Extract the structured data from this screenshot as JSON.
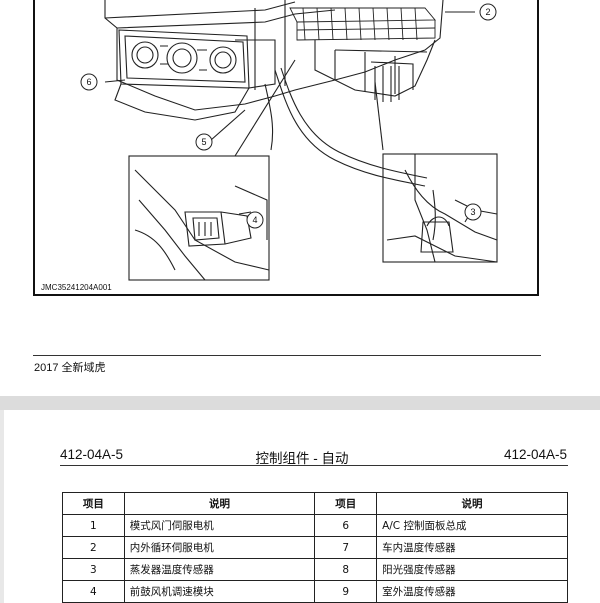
{
  "figure": {
    "figure_id": "JMC35241204A001",
    "callouts": [
      "2",
      "6",
      "5",
      "4",
      "3"
    ]
  },
  "page1_footer": {
    "text": "2017 全新域虎"
  },
  "page2_header": {
    "section_left": "412-04A-5",
    "title": "控制组件 - 自动",
    "section_right": "412-04A-5"
  },
  "parts_table": {
    "headers": [
      "项目",
      "说明",
      "项目",
      "说明"
    ],
    "rows": [
      [
        "1",
        "模式风门伺服电机",
        "6",
        "A/C 控制面板总成"
      ],
      [
        "2",
        "内外循环伺服电机",
        "7",
        "车内温度传感器"
      ],
      [
        "3",
        "蒸发器温度传感器",
        "8",
        "阳光强度传感器"
      ],
      [
        "4",
        "前鼓风机调速模块",
        "9",
        "室外温度传感器"
      ]
    ]
  }
}
